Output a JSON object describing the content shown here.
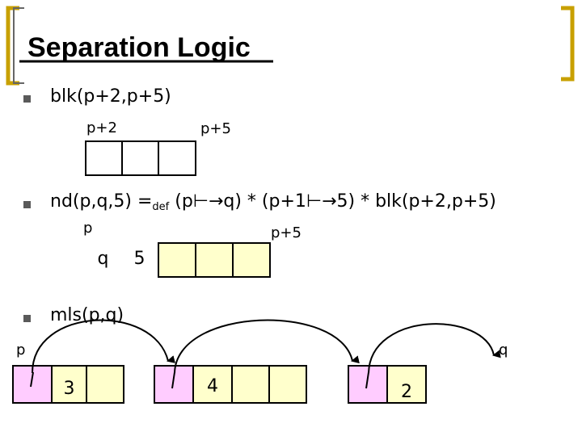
{
  "title": "Separation Logic",
  "bullets": [
    {
      "icon": "square-bullet-icon",
      "text": "blk(p+2,p+5)"
    },
    {
      "icon": "square-bullet-icon",
      "text_pre": "nd(p,q,5) =",
      "sub": "def",
      "text_post": " (p⊢→q) * (p+1⊢→5) * blk(p+2,p+5)"
    },
    {
      "icon": "square-bullet-icon",
      "text": "mls(p,q)"
    }
  ],
  "diagram1": {
    "label_left": "p+2",
    "label_right": "p+5"
  },
  "diagram2": {
    "label_left": "p",
    "label_right": "p+5",
    "cell1": "q",
    "cell2": "5"
  },
  "diagram3": {
    "label_p": "p",
    "label_q": "q",
    "node1_value": "3",
    "node2_value": "4",
    "node3_value": "2"
  },
  "colors": {
    "bracket": "#c8a000",
    "pointer_cell": "#ffccff",
    "data_cell": "#ffffcc",
    "bullet": "#5a5a5a"
  }
}
